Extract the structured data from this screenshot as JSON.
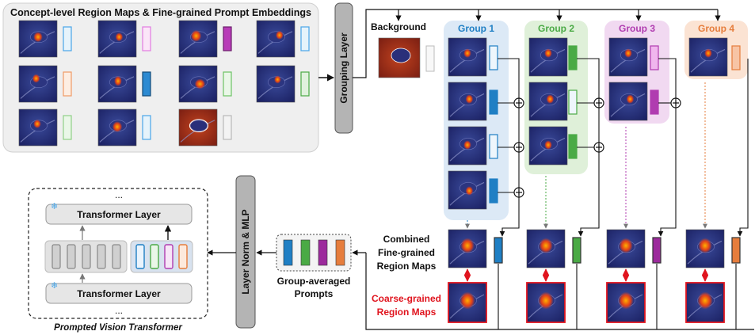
{
  "top_panel": {
    "title": "Concept-level Region Maps & Fine-grained Prompt Embeddings"
  },
  "grouping_layer": {
    "label": "Grouping Layer"
  },
  "background": {
    "label": "Background"
  },
  "groups": [
    {
      "label": "Group 1",
      "color": "#1f7fc4",
      "bg": "#dce9f6"
    },
    {
      "label": "Group 2",
      "color": "#4aaa45",
      "bg": "#dff0d9"
    },
    {
      "label": "Group 3",
      "color": "#b03cb0",
      "bg": "#f1d9f1"
    },
    {
      "label": "Group 4",
      "color": "#e67d3c",
      "bg": "#fbe3d3"
    }
  ],
  "labels": {
    "combined": [
      "Combined",
      "Fine-grained",
      "Region Maps"
    ],
    "coarse": [
      "Coarse-grained",
      "Region Maps"
    ],
    "group_averaged": [
      "Group-averaged",
      "Prompts"
    ],
    "layer_norm": "Layer Norm & MLP",
    "transformer_top": "Transformer Layer",
    "transformer_bottom": "Transformer Layer",
    "ellipsis_top": "...",
    "ellipsis_bottom": "...",
    "vit_caption": "Prompted Vision Transformer"
  },
  "colors": {
    "coarse_label": "#e0141e",
    "coarse_border": "#e0141e",
    "map_dark": "#1c2366",
    "map_light": "#5a66a8",
    "heat_red": "#9e2a1a"
  }
}
